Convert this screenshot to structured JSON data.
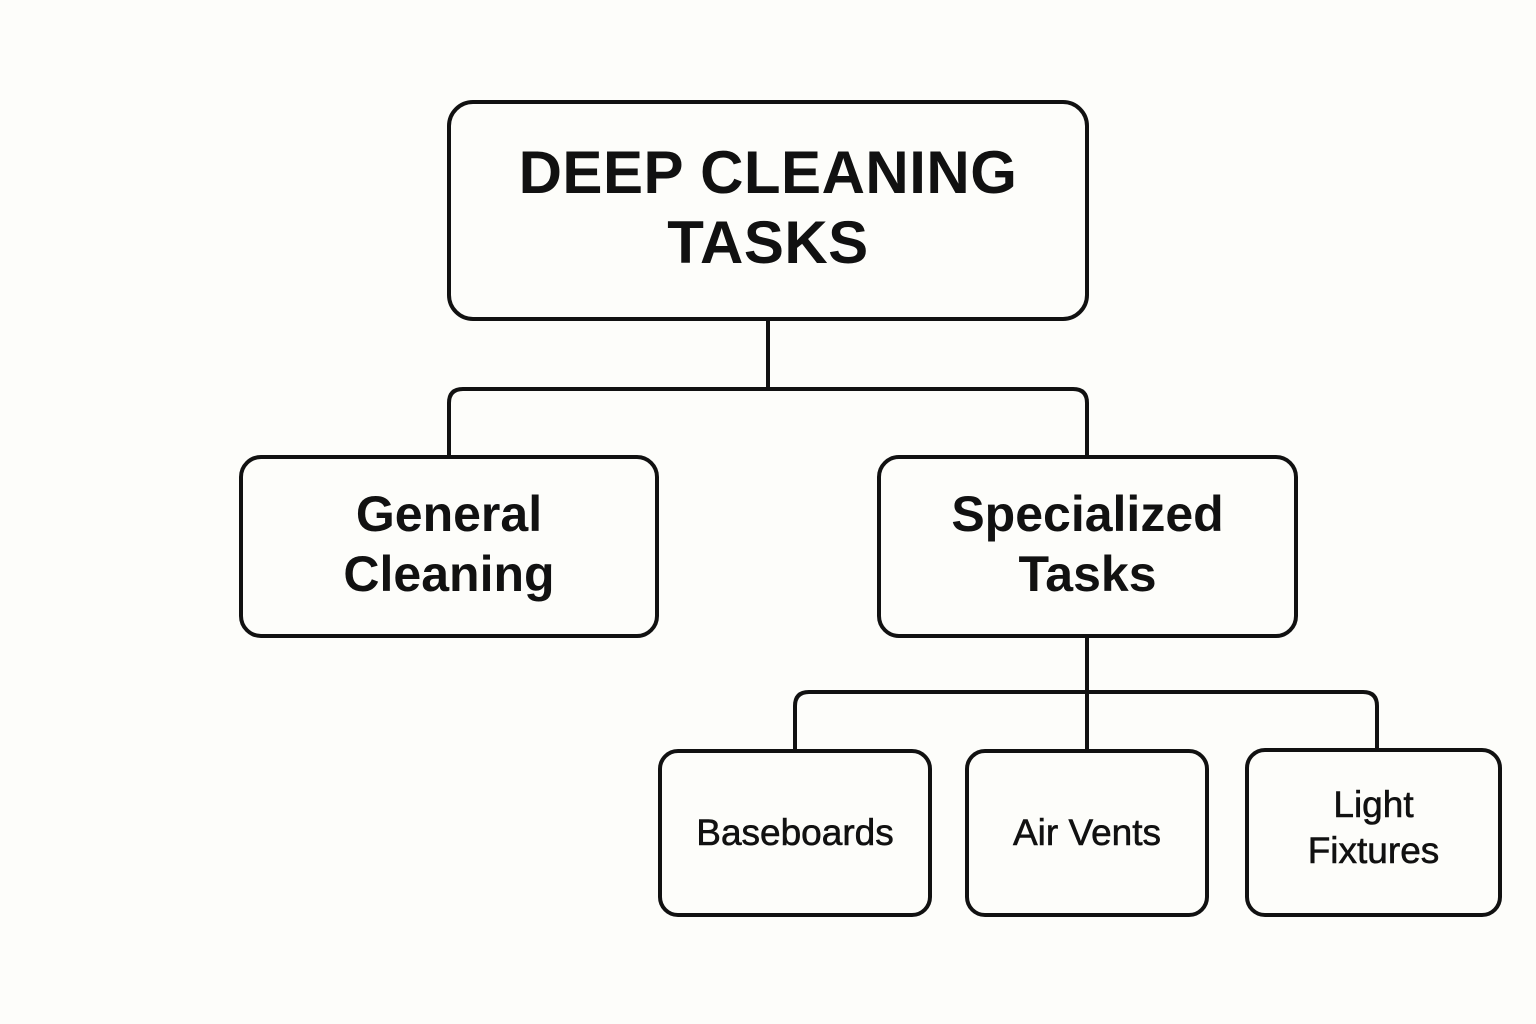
{
  "diagram": {
    "type": "tree",
    "colors": {
      "background": "#fdfdfa",
      "stroke": "#111111",
      "text": "#111111"
    },
    "root": {
      "lines": [
        "DEEP CLEANING",
        "TASKS"
      ]
    },
    "level1": [
      {
        "id": "general",
        "lines": [
          "General",
          "Cleaning"
        ]
      },
      {
        "id": "specialized",
        "lines": [
          "Specialized",
          "Tasks"
        ]
      }
    ],
    "level2": [
      {
        "id": "baseboards",
        "parent": "specialized",
        "lines": [
          "Baseboards"
        ]
      },
      {
        "id": "airvents",
        "parent": "specialized",
        "lines": [
          "Air Vents"
        ]
      },
      {
        "id": "lightfixtures",
        "parent": "specialized",
        "lines": [
          "Light",
          "Fixtures"
        ]
      }
    ],
    "edges": [
      [
        "root",
        "general"
      ],
      [
        "root",
        "specialized"
      ],
      [
        "specialized",
        "baseboards"
      ],
      [
        "specialized",
        "airvents"
      ],
      [
        "specialized",
        "lightfixtures"
      ]
    ]
  }
}
